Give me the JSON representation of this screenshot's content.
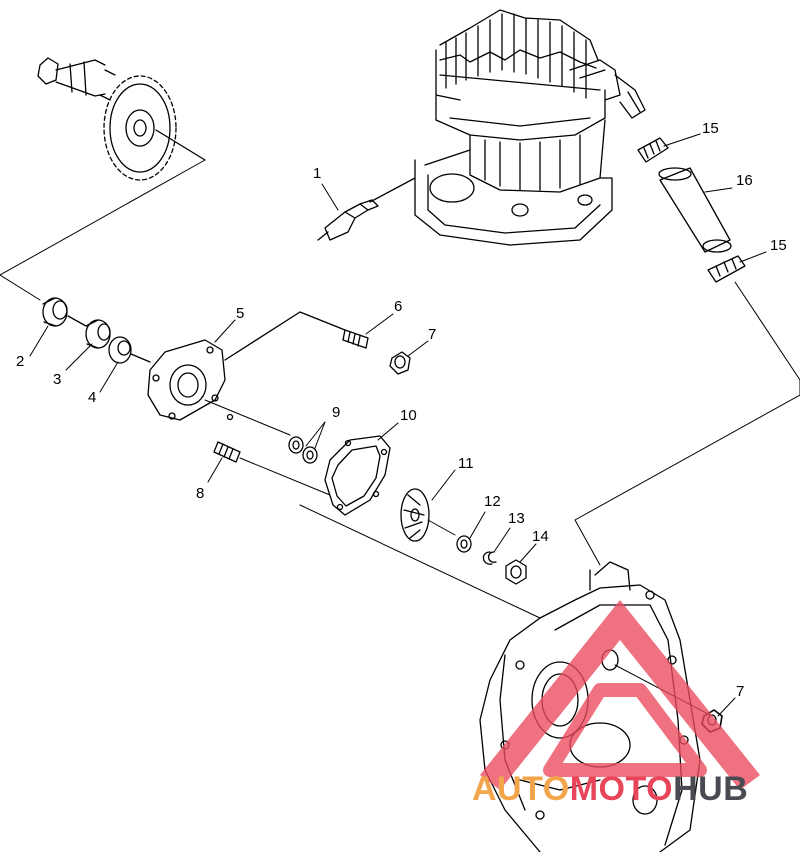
{
  "callouts": [
    {
      "id": "c1",
      "label": "1"
    },
    {
      "id": "c2",
      "label": "2"
    },
    {
      "id": "c3",
      "label": "3"
    },
    {
      "id": "c4",
      "label": "4"
    },
    {
      "id": "c5",
      "label": "5"
    },
    {
      "id": "c6",
      "label": "6"
    },
    {
      "id": "c7a",
      "label": "7"
    },
    {
      "id": "c7b",
      "label": "7"
    },
    {
      "id": "c8",
      "label": "8"
    },
    {
      "id": "c9",
      "label": "9"
    },
    {
      "id": "c10",
      "label": "10"
    },
    {
      "id": "c11",
      "label": "11"
    },
    {
      "id": "c12",
      "label": "12"
    },
    {
      "id": "c13",
      "label": "13"
    },
    {
      "id": "c14",
      "label": "14"
    },
    {
      "id": "c15a",
      "label": "15"
    },
    {
      "id": "c15b",
      "label": "15"
    },
    {
      "id": "c16",
      "label": "16"
    }
  ],
  "watermark": {
    "part1": "AUTO",
    "part2": "MOTO",
    "part3": "HUB",
    "colors": {
      "triangle": "#ec4a5c",
      "part1": "#f2a54a",
      "part2": "#e8455a",
      "part3": "#4a4a52"
    }
  }
}
